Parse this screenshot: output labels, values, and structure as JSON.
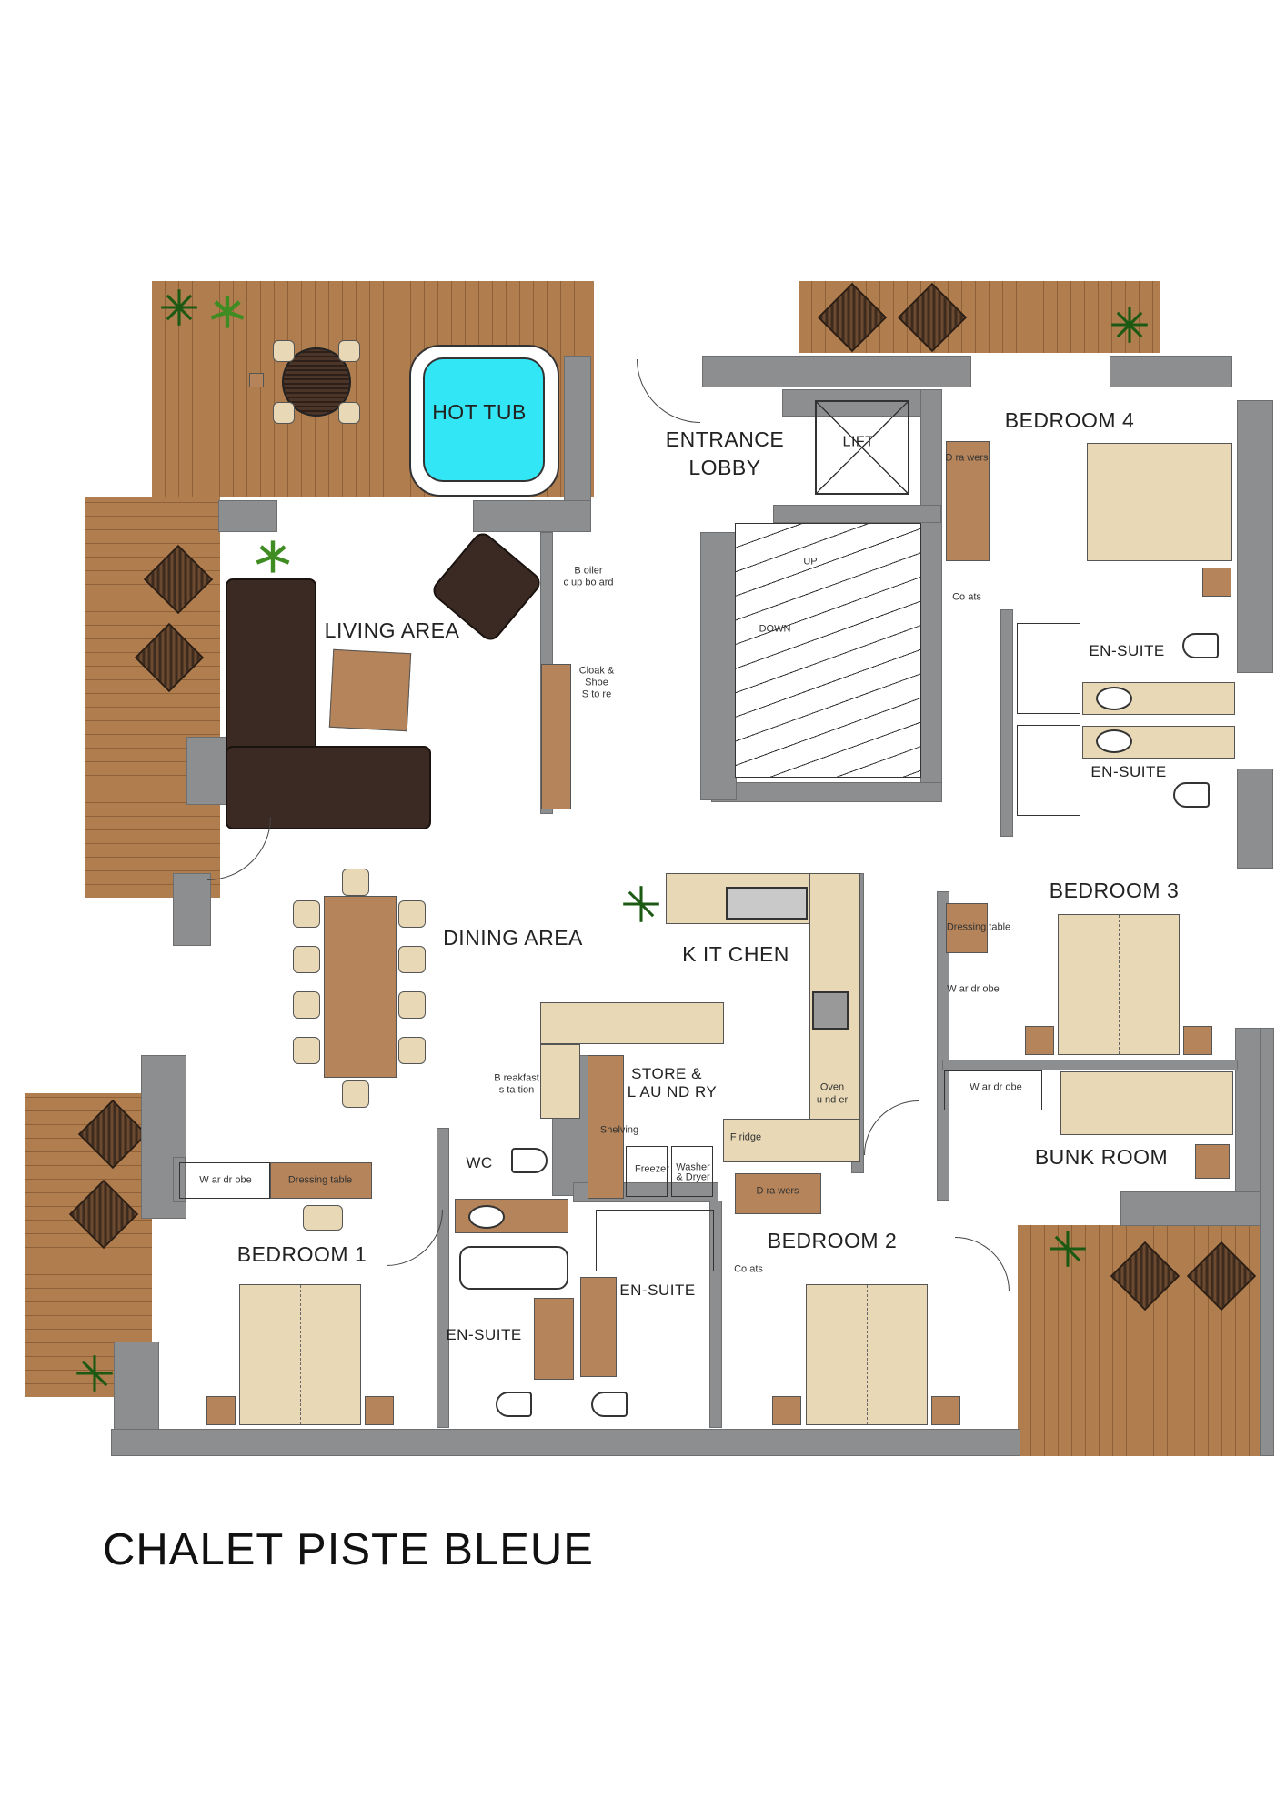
{
  "title": "CHALET PISTE BLEUE",
  "rooms": {
    "hot_tub": "HOT TUB",
    "entrance_1": "ENTRANCE",
    "entrance_2": "LOBBY",
    "lift": "LIFT",
    "bedroom4": "BEDROOM 4",
    "living": "LIVING AREA",
    "dining": "DINING AREA",
    "kitchen": "K IT CHEN",
    "bedroom3": "BEDROOM 3",
    "bunk": "BUNK ROOM",
    "bedroom1": "BEDROOM 1",
    "bedroom2": "BEDROOM 2",
    "ensuite_b1": "EN-SUITE",
    "ensuite_b2": "EN-SUITE",
    "ensuite_b4a": "EN-SUITE",
    "ensuite_b4b": "EN-SUITE",
    "wc": "WC",
    "store_1": "STORE &",
    "store_2": "L AU ND RY"
  },
  "labels": {
    "drawers_b4": "D ra wers",
    "coats_b4": "Co ats",
    "boiler_1": "B oiler",
    "boiler_2": "c up bo ard",
    "cloak_1": "Cloak &",
    "cloak_2": "Shoe",
    "cloak_3": "S to re",
    "up": "UP",
    "down": "DOWN",
    "dressing_b3": "Dressing table",
    "wardrobe_b3": "W ar dr obe",
    "wardrobe_bunk": "W ar dr obe",
    "breakfast_1": "B reakfast",
    "breakfast_2": "s ta tion",
    "shelving": "Shelving",
    "freezer": "Freezer",
    "washer_1": "Washer",
    "washer_2": "& Dryer",
    "fridge": "F ridge",
    "oven_1": "Oven",
    "oven_2": "u nd er",
    "drawers_b2": "D ra wers",
    "coats_b2": "Co ats",
    "wardrobe_b1": "W ar dr obe",
    "dressing_b1": "Dressing table"
  },
  "colors": {
    "wall": "#8d8e90",
    "deck": "#b07d4f",
    "hot_tub": "#33e6f5",
    "furniture": "#e8d8b5",
    "wood": "#b5845a",
    "sofa": "#3b2a24"
  }
}
